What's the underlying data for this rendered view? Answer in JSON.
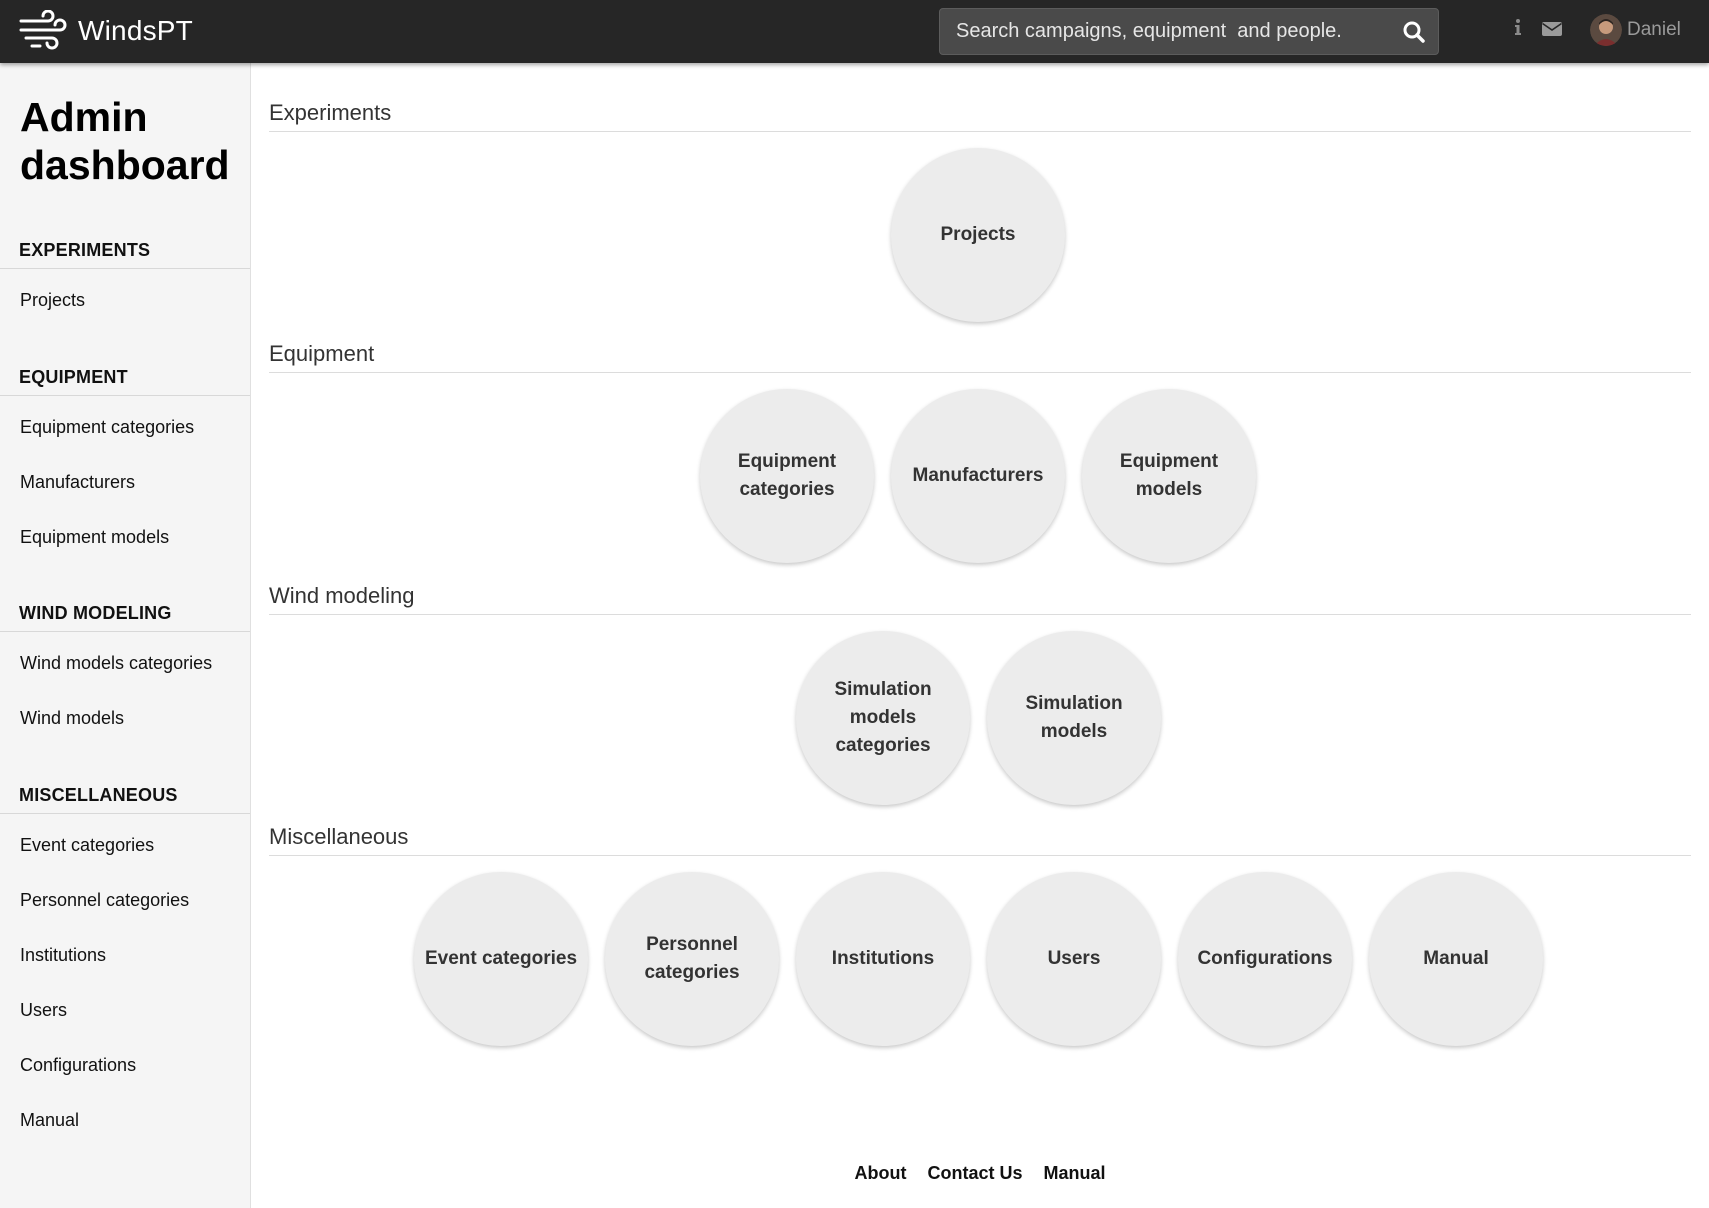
{
  "brand": {
    "name": "WindsPT"
  },
  "search": {
    "placeholder": "Search campaigns, equipment  and people."
  },
  "user": {
    "name": "Daniel"
  },
  "sidebar": {
    "title": "Admin dashboard",
    "sections": [
      {
        "heading": "EXPERIMENTS",
        "items": [
          "Projects"
        ]
      },
      {
        "heading": "EQUIPMENT",
        "items": [
          "Equipment categories",
          "Manufacturers",
          "Equipment models"
        ]
      },
      {
        "heading": "WIND MODELING",
        "items": [
          "Wind models categories",
          "Wind models"
        ]
      },
      {
        "heading": "MISCELLANEOUS",
        "items": [
          "Event categories",
          "Personnel categories",
          "Institutions",
          "Users",
          "Configurations",
          "Manual"
        ]
      }
    ]
  },
  "main": {
    "sections": [
      {
        "title": "Experiments",
        "tiles": [
          "Projects"
        ]
      },
      {
        "title": "Equipment",
        "tiles": [
          "Equipment categories",
          "Manufacturers",
          "Equipment models"
        ]
      },
      {
        "title": "Wind modeling",
        "tiles": [
          "Simulation models categories",
          "Simulation models"
        ]
      },
      {
        "title": "Miscellaneous",
        "tiles": [
          "Event categories",
          "Personnel categories",
          "Institutions",
          "Users",
          "Configurations",
          "Manual"
        ]
      }
    ]
  },
  "footer": {
    "links": [
      "About",
      "Contact Us",
      "Manual"
    ]
  },
  "icons": {
    "logo": "wind-icon",
    "search": "search-icon",
    "info": "info-icon",
    "mail": "mail-icon",
    "avatar": "avatar"
  },
  "colors": {
    "topbar": "#262626",
    "sidebar": "#f5f5f5",
    "tile": "#ececec"
  }
}
